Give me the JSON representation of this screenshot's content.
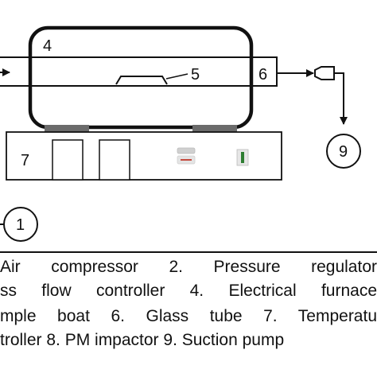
{
  "labels": {
    "furnace": "4",
    "boat": "5",
    "glass_tube": "6",
    "controller": "7",
    "suction_pump": "9",
    "air_compressor": "1"
  },
  "caption_lines": [
    "Air compressor 2. Pressure regulator",
    "ss flow controller 4. Electrical furnace",
    "mple boat 6. Glass tube 7. Temperatu",
    "troller 8. PM impactor 9. Suction pump"
  ],
  "colors": {
    "stroke": "#111111",
    "feet": "#6b6b6b",
    "knob_light": "#d0d0d0",
    "knob_red": "#c0392b",
    "indicator_green": "#2e7d32"
  },
  "icons": [
    "arrow-right-icon",
    "arrow-down-icon",
    "impactor-icon",
    "pump-circle-icon"
  ]
}
